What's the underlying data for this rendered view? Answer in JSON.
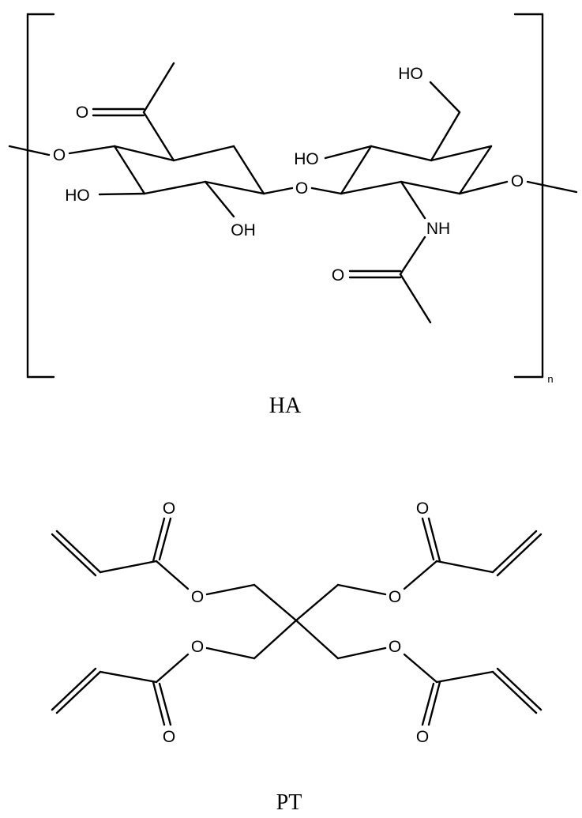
{
  "structures": [
    {
      "id": "ha",
      "caption": "HA",
      "repeat_subscript": "n",
      "atom_labels": {
        "o_left": "O",
        "carbonyl_o": "O",
        "ho_left": "HO",
        "oh_bottom": "OH",
        "o_glyco": "O",
        "ho_right": "HO",
        "ho_top": "HO",
        "nh": "NH",
        "amide_o": "O",
        "o_right": "O"
      }
    },
    {
      "id": "pt",
      "caption": "PT",
      "atom_labels": {
        "o_carbonyl_tl": "O",
        "o_carbonyl_tr": "O",
        "o_ester_tl": "O",
        "o_ester_tr": "O",
        "o_ester_bl": "O",
        "o_ester_br": "O",
        "o_carbonyl_bl": "O",
        "o_carbonyl_br": "O"
      }
    }
  ],
  "colors": {
    "ink": "#000000",
    "background": "#ffffff"
  }
}
